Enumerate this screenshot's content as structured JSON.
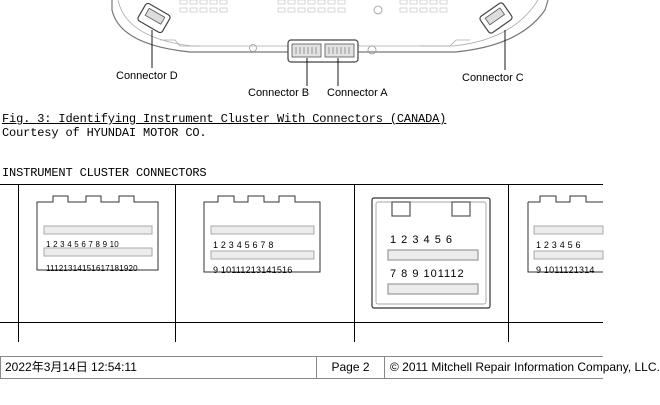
{
  "figure": {
    "callouts": {
      "connector_d": "Connector D",
      "connector_b": "Connector B",
      "connector_a": "Connector A",
      "connector_c": "Connector C"
    }
  },
  "caption": "Fig. 3: Identifying Instrument Cluster With Connectors (CANADA)",
  "credit": "Courtesy of HYUNDAI MOTOR CO.",
  "table_title": "INSTRUMENT CLUSTER CONNECTORS",
  "connectors": [
    {
      "row1": "1 2 3 4 5 6 7 8 9 10",
      "row2": "11121314151617181920"
    },
    {
      "row1": "1 2 3 4 5 6 7 8",
      "row2": "9 10111213141516"
    },
    {
      "row1": "1 2 3 4 5 6",
      "row2": "7 8 9 101112"
    },
    {
      "row1": "1 2 3 4 5 6",
      "row2": "9 1011121314"
    }
  ],
  "footer": {
    "datetime": "2022年3月14日  12:54:11",
    "page": "Page 2",
    "copyright": "© 2011 Mitchell Repair Information Company, LLC."
  }
}
